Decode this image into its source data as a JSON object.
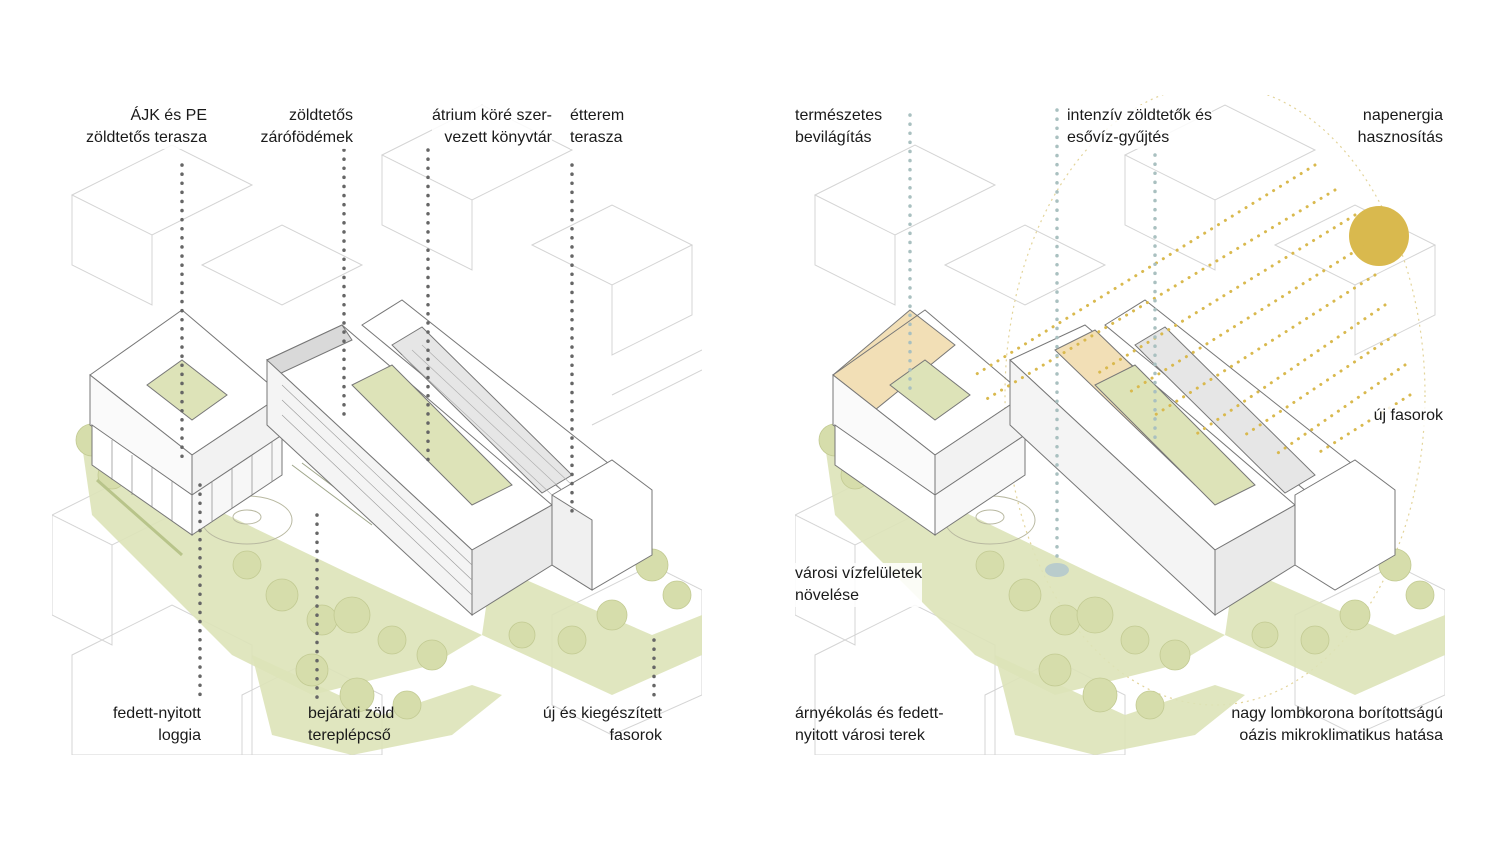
{
  "left_panel": {
    "labels": {
      "ajk_pe": "ÁJK és PE\nzöldtetős terasza",
      "zoldtetos": "zöldtetős\nzárófödémek",
      "atrium": "átrium köré szer-\nvezett könyvtár",
      "etterem": "étterem\nterasza",
      "loggia": "fedett-nyitott\nloggia",
      "bejarati": "bejárati zöld\ntereplépcső",
      "fasorok": "új és kiegészített\nfasorok"
    }
  },
  "right_panel": {
    "labels": {
      "termeszetes": "természetes\nbevilágítás",
      "intenziv": "intenzív zöldtetők és\nesővíz-gyűjtés",
      "napenergia": "napenergia\nhasznosítás",
      "uj_fasorok": "új fasorok",
      "vizfeluletek": "városi vízfelületek\nnövelése",
      "arnyekolas": "árnyékolás és fedett-\nnyitott városi terek",
      "oazis": "nagy lombkorona borítottságú\noázis mikroklimatikus hatása"
    }
  },
  "colors": {
    "green_fill": "#dde3b8",
    "green_dark": "#c9d29a",
    "line": "#c8c8c8",
    "dots_dark": "#6b6b6b",
    "dots_blue": "#a9c0c0",
    "sun": "#d9b94e",
    "roof_orange": "#f2dfb6"
  }
}
